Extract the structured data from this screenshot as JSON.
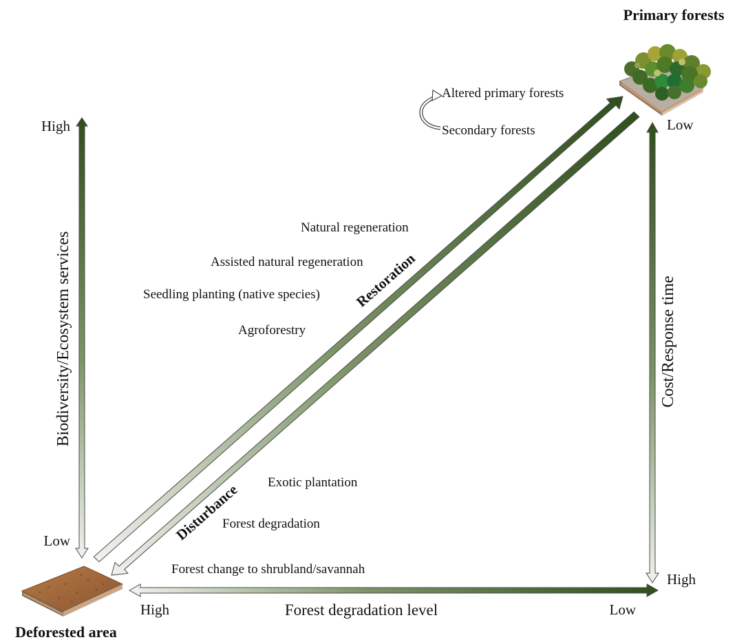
{
  "corners": {
    "top_right": "Primary forests",
    "bottom_left": "Deforested area"
  },
  "left_axis": {
    "title": "Biodiversity/Ecosystem services",
    "high": "High",
    "low": "Low"
  },
  "right_axis": {
    "title": "Cost/Response time",
    "low": "Low",
    "high": "High"
  },
  "bottom_axis": {
    "title": "Forest degradation level",
    "high": "High",
    "low": "Low"
  },
  "diagonal": {
    "restoration_label": "Restoration",
    "disturbance_label": "Disturbance"
  },
  "forest_types": [
    "Altered primary forests",
    "Secondary forests"
  ],
  "restoration_methods": [
    "Natural regeneration",
    "Assisted natural regeneration",
    "Seedling planting (native species)",
    "Agroforestry"
  ],
  "disturbance_types": [
    "Exotic plantation",
    "Forest degradation",
    "Forest change to shrubland/savannah"
  ],
  "colors": {
    "arrow_dark": "#2f4f1c",
    "arrow_light": "#f0f2ee",
    "arrow_outline": "#4a4a4a",
    "soil": "#a0673a",
    "canopy": "#6b8a2c"
  }
}
